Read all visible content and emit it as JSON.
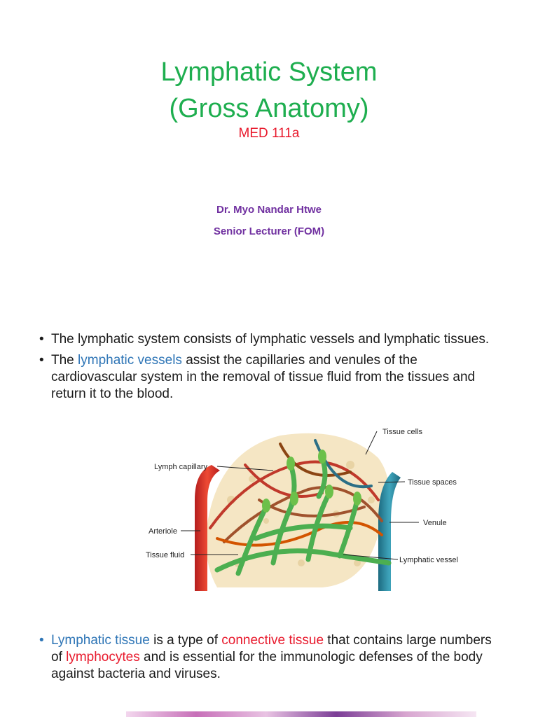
{
  "slide1": {
    "title_line1": "Lymphatic System",
    "title_line2": "(Gross Anatomy)",
    "course_code": "MED 111a",
    "presenter_name": "Dr. Myo Nandar Htwe",
    "presenter_role": "Senior Lecturer (FOM)"
  },
  "slide2": {
    "bullet1": "The lymphatic system consists of lymphatic vessels and lymphatic tissues.",
    "bullet2": {
      "pre": "The ",
      "highlight": "lymphatic vessels",
      "post": " assist the capillaries and venules of the cardiovascular system in the removal of tissue fluid from the tissues and return it to the blood."
    },
    "figure_labels": {
      "tissue_cells": "Tissue cells",
      "lymph_capillary": "Lymph capillary",
      "tissue_spaces": "Tissue spaces",
      "arteriole": "Arteriole",
      "venule": "Venule",
      "tissue_fluid": "Tissue fluid",
      "lymphatic_vessel": "Lymphatic vessel"
    },
    "bullet3": {
      "part1": "Lymphatic tissue",
      "part2": " is a type of ",
      "part3": "connective tissue",
      "part4": " that contains large numbers of ",
      "part5": "lymphocytes",
      "part6": " and is essential for the immunologic defenses of the body against bacteria and viruses."
    }
  },
  "colors": {
    "title_green": "#1eae4f",
    "accent_red": "#e8192c",
    "presenter_purple": "#7030a0",
    "link_blue": "#2e75b6"
  }
}
